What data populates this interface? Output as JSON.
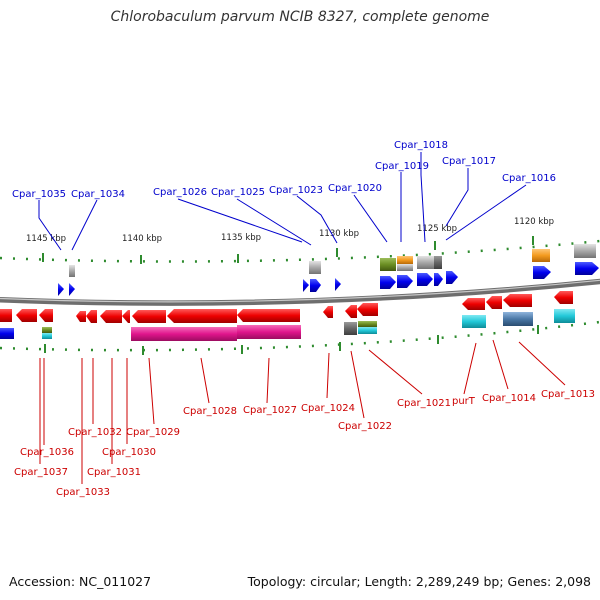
{
  "title": "Chlorobaculum parvum NCIB 8327, complete genome",
  "footer": {
    "accession": "Accession: NC_011027",
    "summary": "Topology: circular; Length: 2,289,249 bp; Genes: 2,098"
  },
  "scale_labels": [
    "1145 kbp",
    "1140 kbp",
    "1135 kbp",
    "1130 kbp",
    "1125 kbp",
    "1120 kbp"
  ],
  "top_labels": [
    "Cpar_1035",
    "Cpar_1034",
    "Cpar_1026",
    "Cpar_1025",
    "Cpar_1023",
    "Cpar_1020",
    "Cpar_1019",
    "Cpar_1018",
    "Cpar_1017",
    "Cpar_1016"
  ],
  "bottom_labels": [
    "Cpar_1036",
    "Cpar_1037",
    "Cpar_1033",
    "Cpar_1032",
    "Cpar_1031",
    "Cpar_1030",
    "Cpar_1029",
    "Cpar_1028",
    "Cpar_1027",
    "Cpar_1024",
    "Cpar_1022",
    "Cpar_1021",
    "purT",
    "Cpar_1014",
    "Cpar_1013"
  ],
  "colors": {
    "forward_gene": "#0000ee",
    "reverse_gene": "#ee0000",
    "top_label": "#0000cc",
    "bottom_label": "#cc0000",
    "backbone": "#8a8a8a",
    "tick": "#228b22",
    "magenta_feature": "#e0158c",
    "cyan_feature": "#22c8d8",
    "orange_feature": "#f39a1e",
    "olive_feature": "#6b8e23",
    "gray_feature": "#a0a0a0",
    "steel_feature": "#4a78a6"
  }
}
